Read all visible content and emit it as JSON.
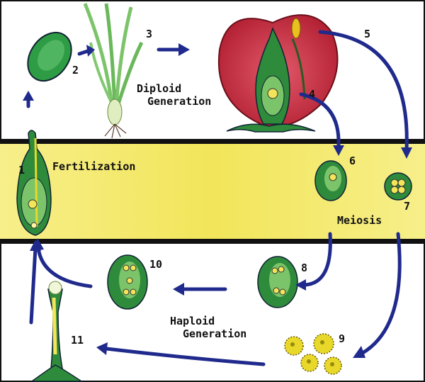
{
  "labels": {
    "diploid_line1": "Diploid",
    "diploid_line2": "Generation",
    "fertilization": "Fertilization",
    "meiosis": "Meiosis",
    "haploid_line1": "Haploid",
    "haploid_line2": "Generation"
  },
  "stage_numbers": {
    "n1": "1",
    "n2": "2",
    "n3": "3",
    "n4": "4",
    "n5": "5",
    "n6": "6",
    "n7": "7",
    "n8": "8",
    "n9": "9",
    "n10": "10",
    "n11": "11"
  },
  "colors": {
    "band": "#f4ea6a",
    "band_border": "#111111",
    "arrow": "#1f2a8c",
    "petal": "#c8283a",
    "green": "#2e8b3c",
    "pollen": "#e8d82a"
  }
}
